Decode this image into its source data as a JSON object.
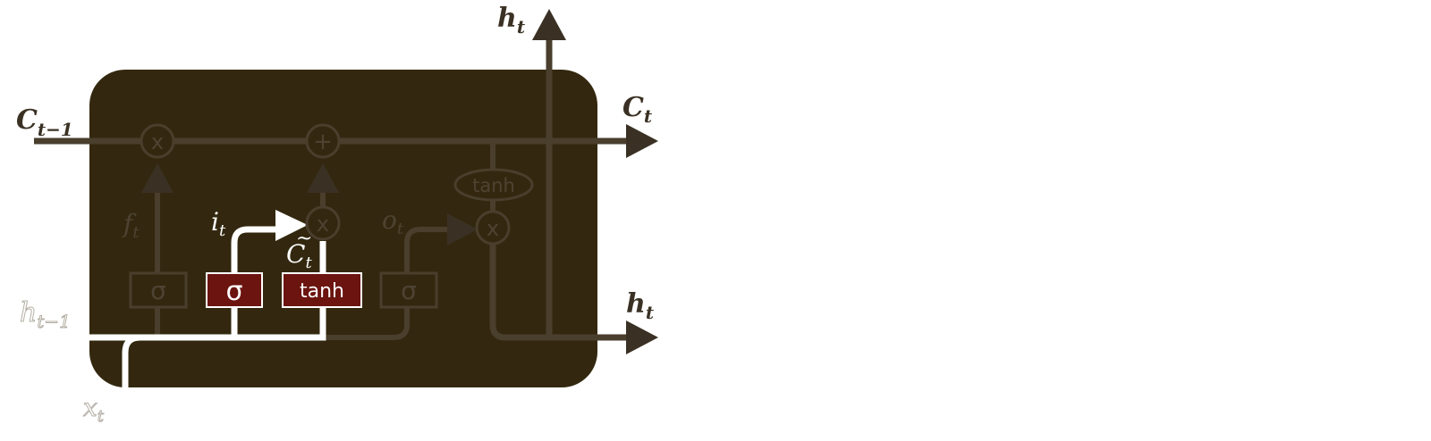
{
  "diagram": {
    "labels": {
      "c_prev_main": "C",
      "c_prev_sub": "t−1",
      "c_next_main": "C",
      "c_next_sub": "t",
      "h_top_main": "h",
      "h_top_sub": "t",
      "h_right_main": "h",
      "h_right_sub": "t",
      "h_prev_main": "h",
      "h_prev_sub": "t−1",
      "x_main": "x",
      "x_sub": "t",
      "f_main": "f",
      "f_sub": "t",
      "i_main": "i",
      "i_sub": "t",
      "o_main": "o",
      "o_sub": "t",
      "ctilde_main": "C",
      "ctilde_tilde": "~",
      "ctilde_sub": "t"
    },
    "operators": {
      "forget_mult": "x",
      "add": "+",
      "input_mult": "x",
      "output_mult": "x",
      "cell_tanh": "tanh"
    },
    "gates": {
      "forget_gate": "σ",
      "input_gate": "σ",
      "candidate_gate": "tanh",
      "output_gate": "σ"
    },
    "colors": {
      "cell_fill": "#33280f",
      "dim_line": "#4a3e2c",
      "dim_text": "#4e4332",
      "arrow": "#3a3124",
      "highlight": "#ffffff",
      "active_gate": "#6b1410"
    }
  }
}
